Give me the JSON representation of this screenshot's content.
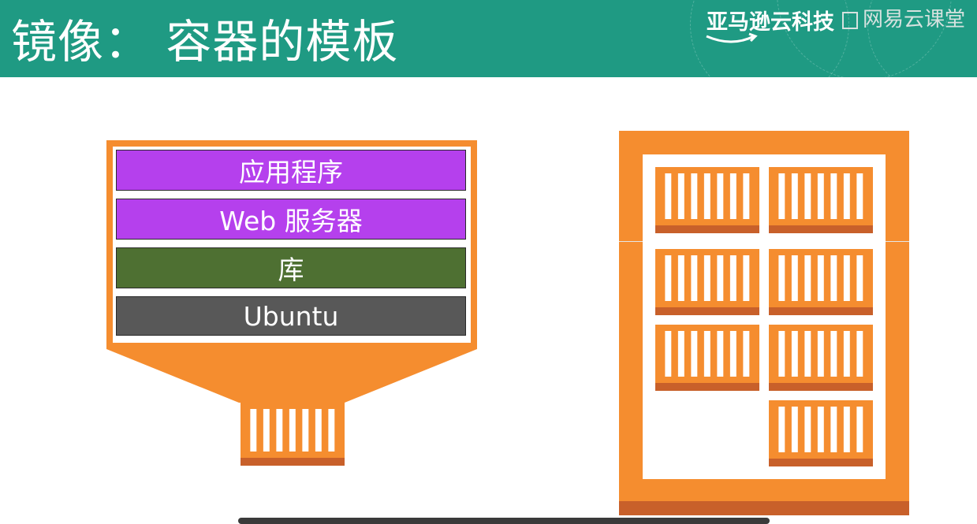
{
  "slide": {
    "title": "镜像： 容器的模板",
    "brand": "亚马逊云科技",
    "watermark": "网易云课堂",
    "colors": {
      "header": "#1f9a83",
      "orange": "#f58d2f",
      "dark_orange": "#c8602a",
      "purple": "#b540ed",
      "green": "#4e7032",
      "gray": "#585858"
    }
  },
  "image_stack": {
    "layers": [
      {
        "label": "应用程序",
        "color": "#b540ed"
      },
      {
        "label": "Web 服务器",
        "color": "#b540ed"
      },
      {
        "label": "库",
        "color": "#4e7032"
      },
      {
        "label": "Ubuntu",
        "color": "#585858"
      }
    ],
    "output_icon": "container-icon"
  },
  "server": {
    "icon": "server-rack-icon",
    "container_count": 7
  }
}
